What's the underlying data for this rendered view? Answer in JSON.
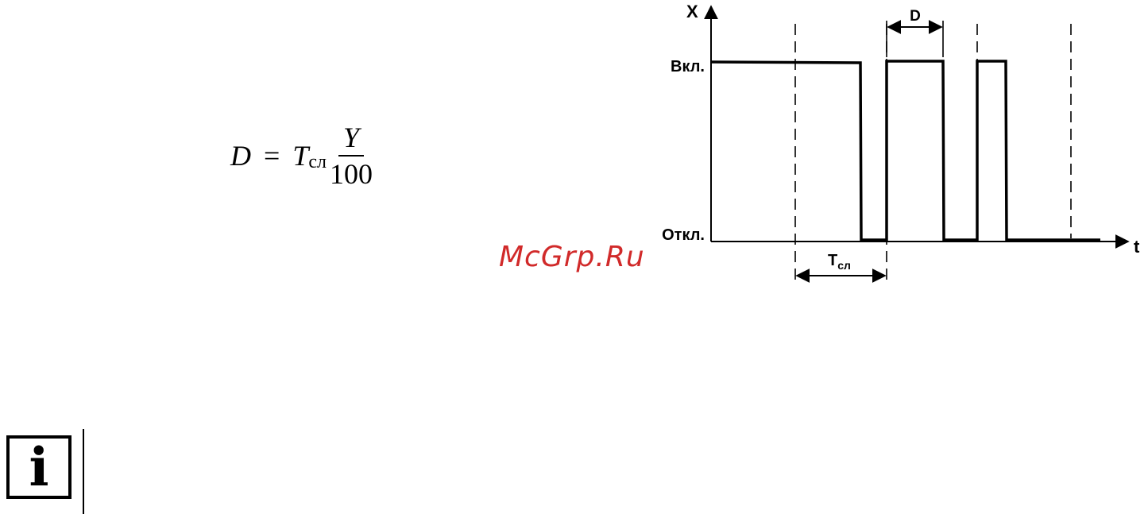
{
  "formula": {
    "lhs": "D",
    "equals": "=",
    "t": "T",
    "t_subscript": "сл",
    "numerator": "Y",
    "denominator": "100"
  },
  "watermark": "McGrp.Ru",
  "diagram": {
    "y_axis_label": "X",
    "x_axis_label": "t",
    "level_on_label": "Вкл.",
    "level_off_label": "Откл.",
    "pulse_width_label": "D",
    "period_label_main": "Т",
    "period_label_sub": "сл"
  },
  "info_icon": {
    "symbol": "i",
    "icon": "info-icon"
  }
}
